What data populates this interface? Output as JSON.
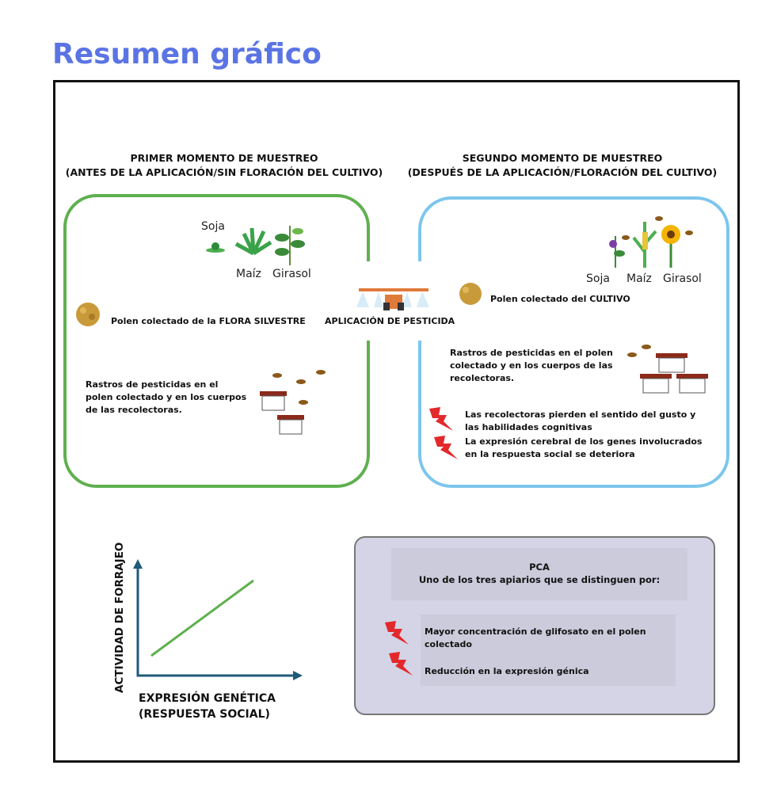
{
  "title": "Resumen gráfico",
  "first": {
    "heading1": "PRIMER MOMENTO DE MUESTREO",
    "heading2": "(ANTES DE LA APLICACIÓN/SIN FLORACIÓN DEL CULTIVO)",
    "crops": [
      "Soja",
      "Maíz",
      "Girasol"
    ],
    "pollen": "Polen colectado de la FLORA SILVESTRE",
    "traces": "Rastros de pesticidas en el polen colectado y en los cuerpos de las recolectoras.",
    "color": "#5fb04f"
  },
  "second": {
    "heading1": "SEGUNDO MOMENTO DE MUESTREO",
    "heading2": "(DESPUÉS DE LA APLICACIÓN/FLORACIÓN DEL CULTIVO)",
    "crops": [
      "Soja",
      "Maíz",
      "Girasol"
    ],
    "pollen": "Polen colectado del CULTIVO",
    "traces": "Rastros de pesticidas en el polen colectado y en los cuerpos de las recolectoras.",
    "effect1": "Las recolectoras pierden el sentido del gusto y las habilidades cognitivas",
    "effect2": "La expresión cerebral de los genes involucrados en la respuesta social se deteriora",
    "color": "#7cc6ec"
  },
  "spray": "APLICACIÓN DE PESTICIDA",
  "graph": {
    "ylabel": "ACTIVIDAD DE FORRAJEO",
    "xlabel1": "EXPRESIÓN GENÉTICA",
    "xlabel2": "(RESPUESTA SOCIAL)",
    "relation": "positive"
  },
  "pca": {
    "title": "PCA",
    "subtitle": "Uno de los tres apiarios que se distinguen por:",
    "items": [
      "Mayor concentración de glifosato en el polen colectado",
      "Reducción en la expresión génica"
    ]
  },
  "colors": {
    "title": "#5b74e4",
    "bolt": "#e3282c",
    "axis": "#1f5a7a"
  }
}
